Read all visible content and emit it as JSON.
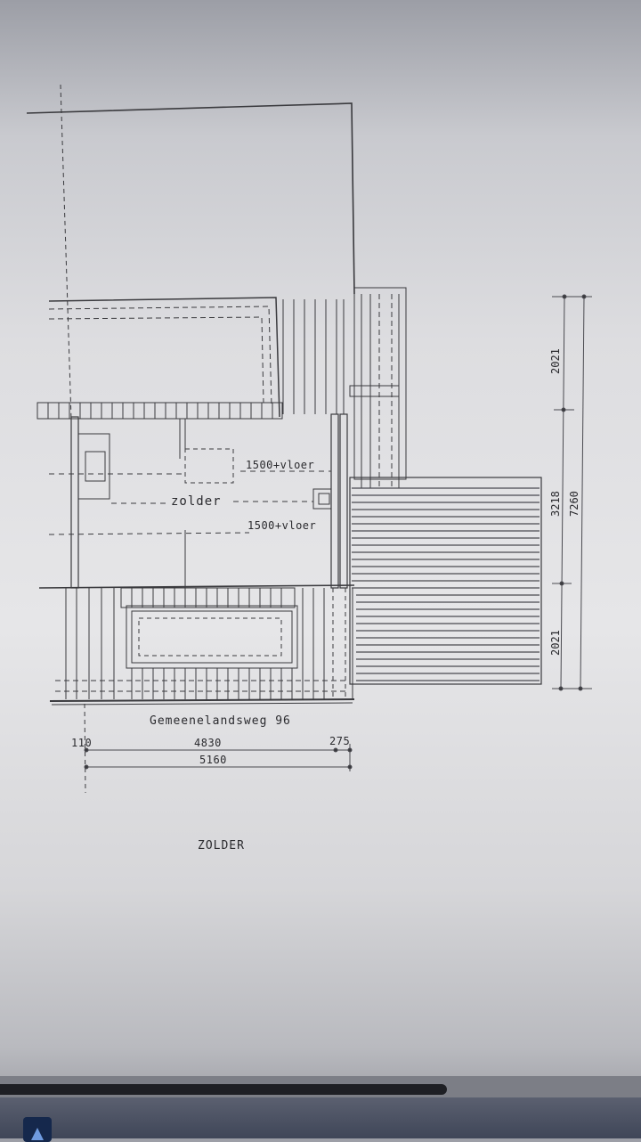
{
  "drawing": {
    "room_label": "zolder",
    "height_note_top": "1500+vloer",
    "height_note_bottom": "1500+vloer",
    "address": "Gemeenelandsweg 96",
    "sheet_title": "ZOLDER",
    "dimensions": {
      "horizontal": {
        "left_offset": "110",
        "inner_width": "4830",
        "right_offset": "275",
        "total_width": "5160"
      },
      "vertical": {
        "top_segment": "2021",
        "middle_segment": "3218",
        "bottom_segment": "2021",
        "total_height": "7260"
      }
    },
    "line_color": "#3a3a3e",
    "paper_color": "#e4e4e6"
  },
  "ui": {
    "horizontal_scrollbar": "scrollbar",
    "taskbar_icon": "app-icon"
  }
}
